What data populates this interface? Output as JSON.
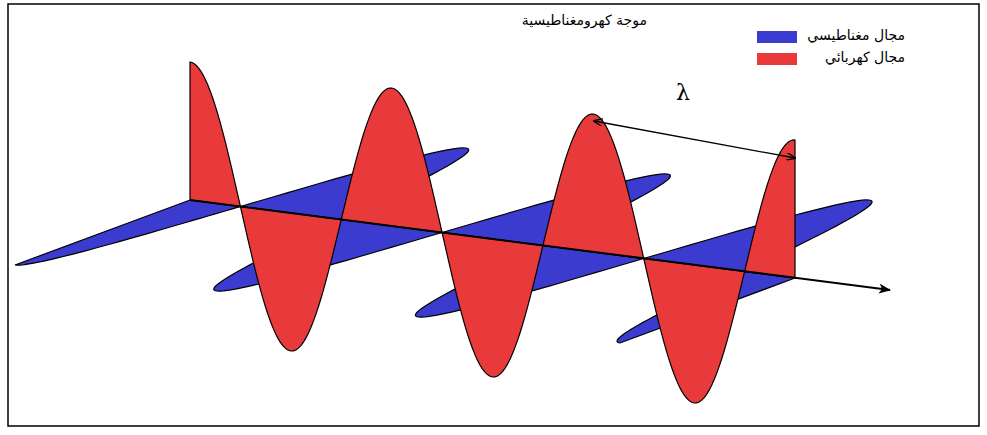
{
  "diagram": {
    "title": "موجة كهرومغناطيسية",
    "labels": [
      "λ"
    ],
    "legend": [
      {
        "text": "مجال مغناطيسي",
        "color": "#3b3bd0"
      },
      {
        "text": "مجال كهربائي",
        "color": "#e83a3a"
      }
    ]
  }
}
